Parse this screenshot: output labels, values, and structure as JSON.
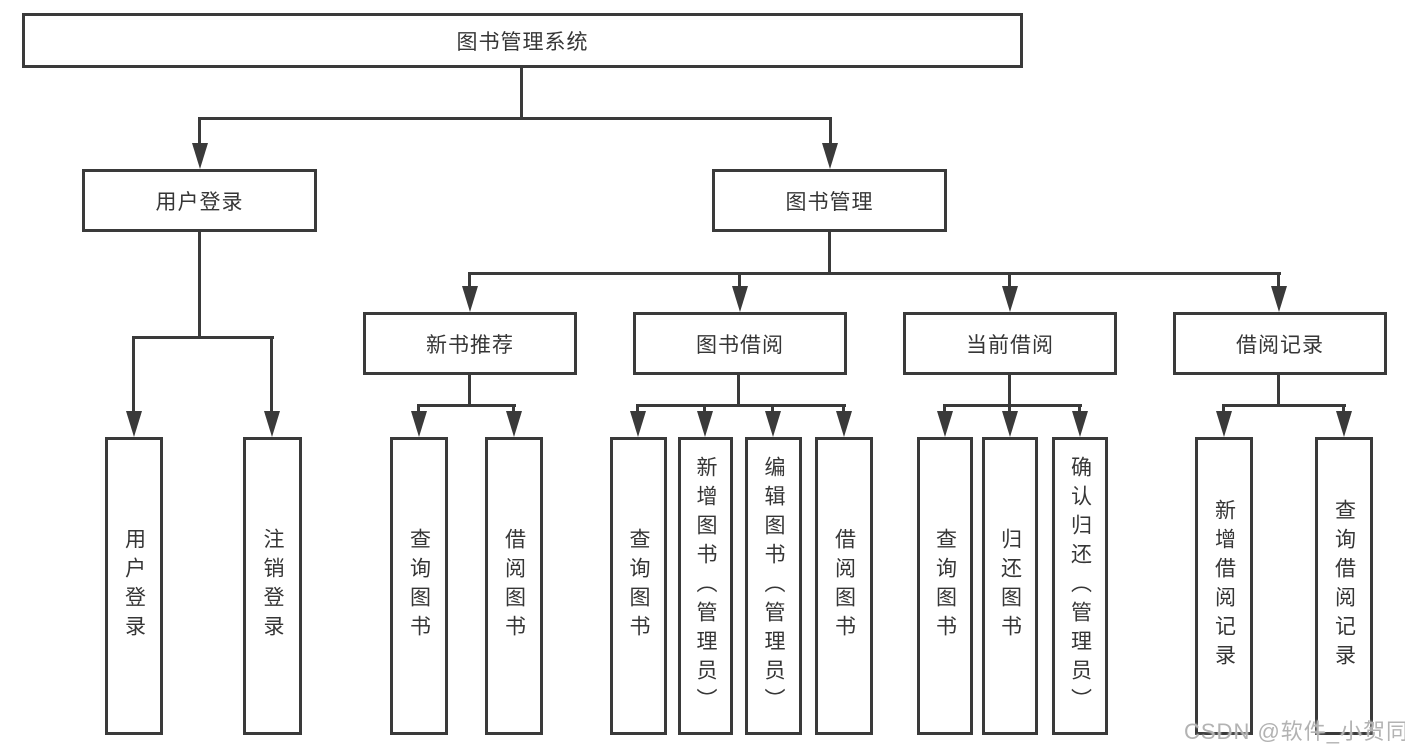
{
  "tree": {
    "root": {
      "label": "图书管理系统"
    },
    "user_login": {
      "label": "用户登录",
      "children": [
        "用户登录",
        "注销登录"
      ]
    },
    "book_management": {
      "label": "图书管理",
      "sections": [
        {
          "label": "新书推荐",
          "children": [
            "查询图书",
            "借阅图书"
          ]
        },
        {
          "label": "图书借阅",
          "children": [
            "查询图书",
            "新增图书（管理员）",
            "编辑图书（管理员）",
            "借阅图书"
          ]
        },
        {
          "label": "当前借阅",
          "children": [
            "查询图书",
            "归还图书",
            "确认归还（管理员）"
          ]
        },
        {
          "label": "借阅记录",
          "children": [
            "新增借阅记录",
            "查询借阅记录"
          ]
        }
      ]
    }
  },
  "watermark": {
    "text": "CSDN @软件_小贺同学"
  },
  "colors": {
    "line": "#3a3a3a",
    "text": "#363636",
    "watermark": "#b3b3b3",
    "background": "#ffffff"
  }
}
